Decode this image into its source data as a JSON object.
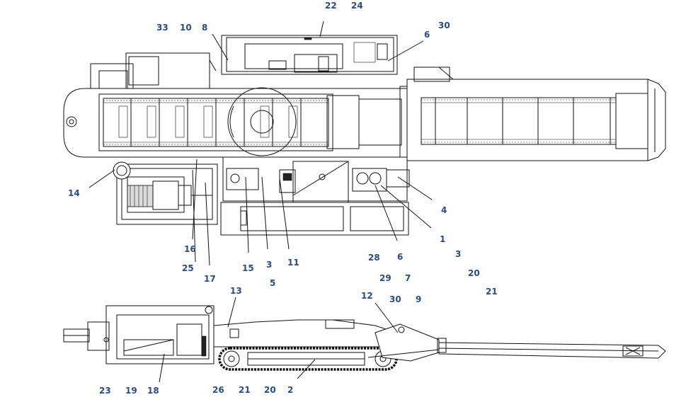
{
  "callouts": [
    {
      "id": "c-22-top",
      "text": "22"
    },
    {
      "id": "c-24-top",
      "text": "24"
    },
    {
      "id": "c-33",
      "text": "33"
    },
    {
      "id": "c-10",
      "text": "10"
    },
    {
      "id": "c-8",
      "text": "8"
    },
    {
      "id": "c-30-top",
      "text": "30"
    },
    {
      "id": "c-6-top",
      "text": "6"
    },
    {
      "id": "c-14",
      "text": "14"
    },
    {
      "id": "c-4",
      "text": "4"
    },
    {
      "id": "c-1",
      "text": "1"
    },
    {
      "id": "c-16",
      "text": "16"
    },
    {
      "id": "c-25",
      "text": "25"
    },
    {
      "id": "c-17",
      "text": "17"
    },
    {
      "id": "c-15",
      "text": "15"
    },
    {
      "id": "c-3-mid",
      "text": "3"
    },
    {
      "id": "c-11",
      "text": "11"
    },
    {
      "id": "c-28",
      "text": "28"
    },
    {
      "id": "c-6-mid",
      "text": "6"
    },
    {
      "id": "c-3-right",
      "text": "3"
    },
    {
      "id": "c-5",
      "text": "5"
    },
    {
      "id": "c-29",
      "text": "29"
    },
    {
      "id": "c-7",
      "text": "7"
    },
    {
      "id": "c-20-right",
      "text": "20"
    },
    {
      "id": "c-21-right",
      "text": "21"
    },
    {
      "id": "c-13",
      "text": "13"
    },
    {
      "id": "c-12",
      "text": "12"
    },
    {
      "id": "c-30-mid",
      "text": "30"
    },
    {
      "id": "c-9",
      "text": "9"
    },
    {
      "id": "c-23",
      "text": "23"
    },
    {
      "id": "c-19",
      "text": "19"
    },
    {
      "id": "c-18",
      "text": "18"
    },
    {
      "id": "c-26",
      "text": "26"
    },
    {
      "id": "c-21-bottom",
      "text": "21"
    },
    {
      "id": "c-20-bottom",
      "text": "20"
    },
    {
      "id": "c-2",
      "text": "2"
    }
  ]
}
